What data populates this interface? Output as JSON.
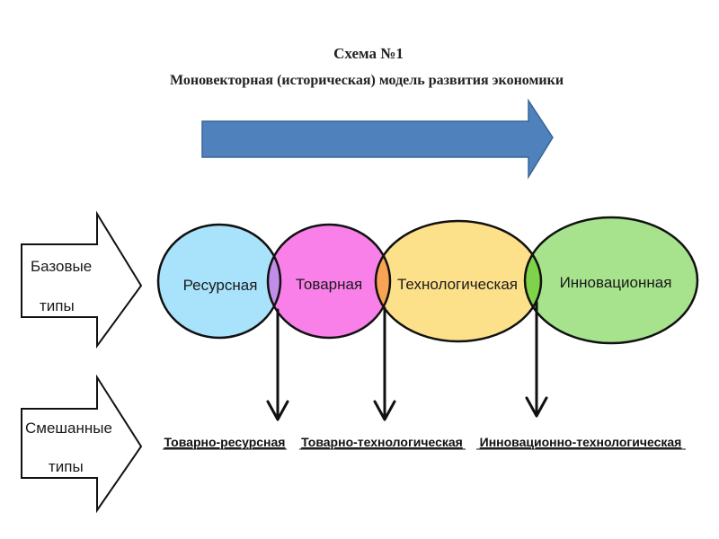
{
  "title": {
    "line1": "Схема №1",
    "line2": "Моновекторная (историческая) модель развития экономики"
  },
  "colors": {
    "arrow": "#4f81bd",
    "resource": "#a8e2fb",
    "commodity": "#f97fe9",
    "technological": "#fde08a",
    "innovative": "#a6e38c",
    "overlap_1": "#c08ee8",
    "overlap_2": "#f9a354",
    "overlap_3": "#7ed34a"
  },
  "side_arrows": {
    "base": {
      "line1": "Базовые",
      "line2": "типы"
    },
    "mixed": {
      "line1": "Смешанные",
      "line2": "типы"
    }
  },
  "base_types": [
    "Ресурсная",
    "Товарная",
    "Технологическая",
    "Инновационная"
  ],
  "mixed_types": [
    "Товарно-ресурсная",
    "Товарно-технологическая",
    "Инновационно-технологическая"
  ]
}
